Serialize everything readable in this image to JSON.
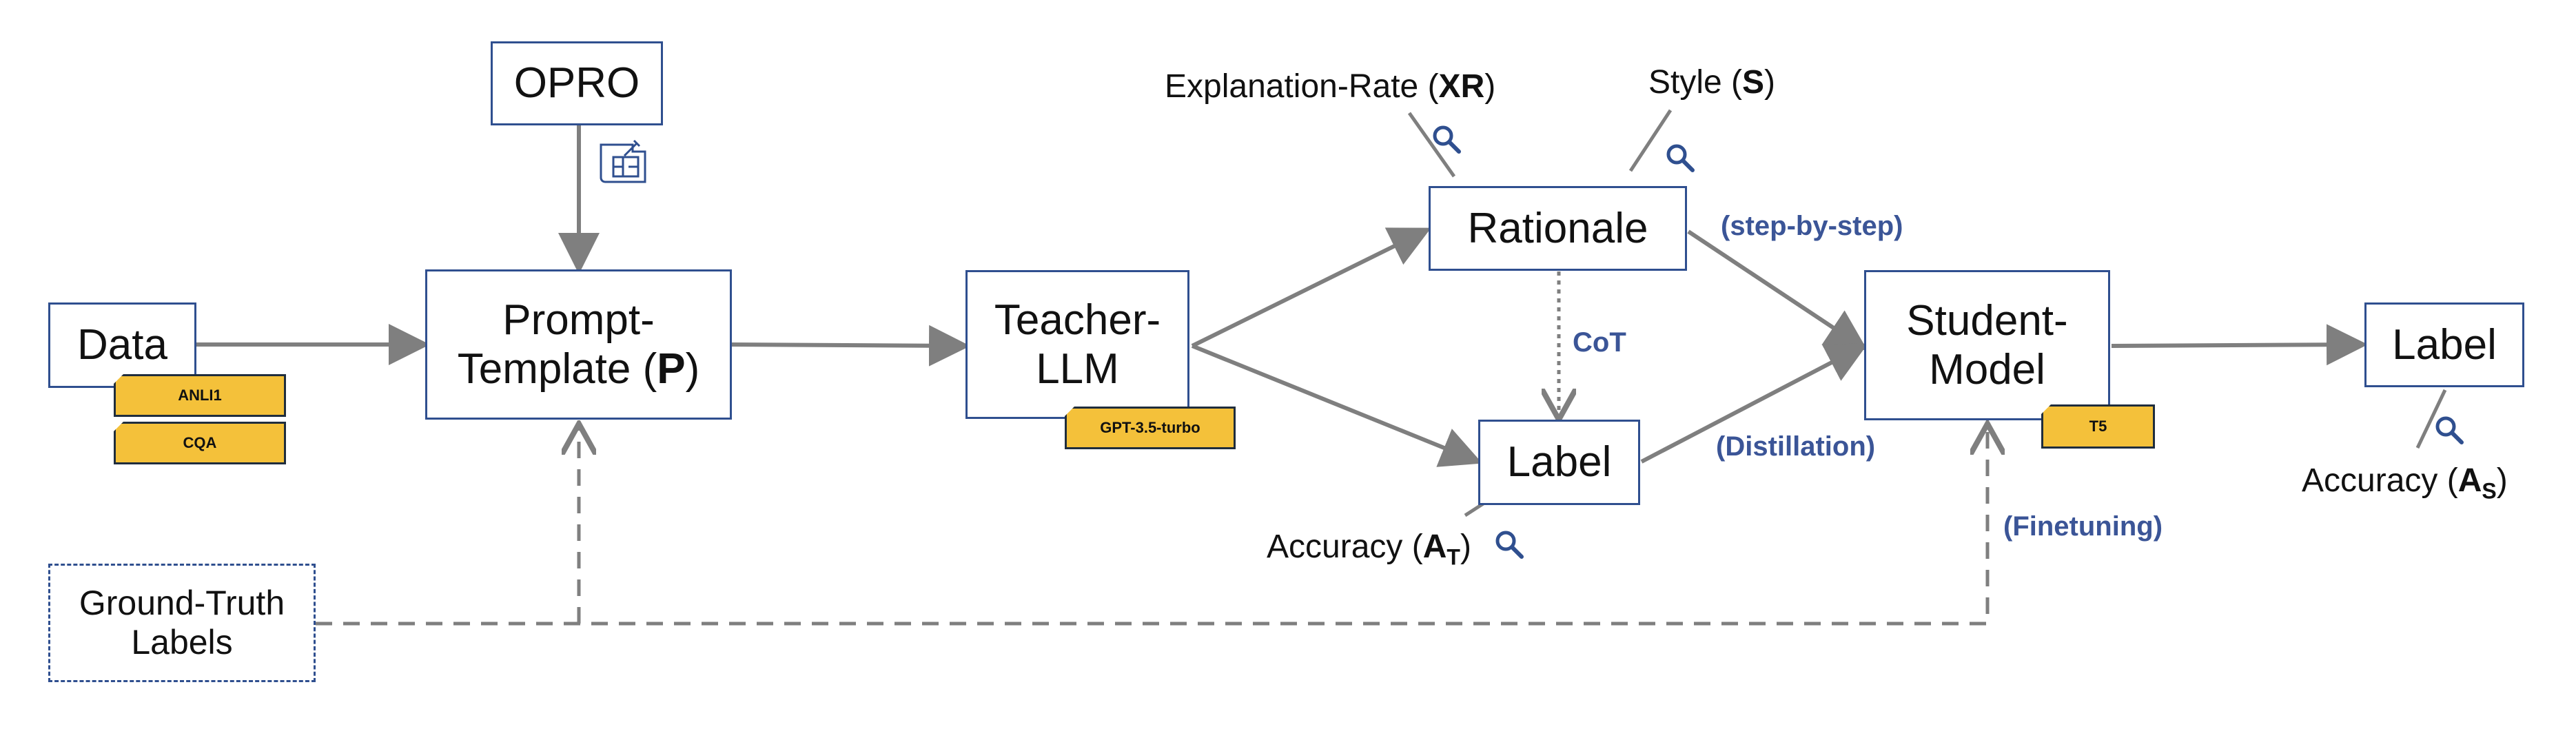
{
  "nodes": {
    "data": "Data",
    "opro": "OPRO",
    "prompt_line1": "Prompt-",
    "prompt_line2": "Template (",
    "prompt_var": "P",
    "prompt_close": ")",
    "teacher_line1": "Teacher-",
    "teacher_line2": "LLM",
    "rationale": "Rationale",
    "label_mid": "Label",
    "student_line1": "Student-",
    "student_line2": "Model",
    "label_right": "Label",
    "ground_truth_line1": "Ground-Truth",
    "ground_truth_line2": "Labels"
  },
  "tags": {
    "anli1": "ANLI1",
    "cqa": "CQA",
    "gpt": "GPT-3.5-turbo",
    "t5": "T5"
  },
  "metrics": {
    "explanation_rate_text": "Explanation-Rate (",
    "explanation_rate_var": "XR",
    "explanation_rate_close": ")",
    "style_text": "Style (",
    "style_var": "S",
    "style_close": ")",
    "accuracy_t_text": "Accuracy (",
    "accuracy_t_var": "A",
    "accuracy_t_sub": "T",
    "accuracy_t_close": ")",
    "accuracy_s_text": "Accuracy (",
    "accuracy_s_var": "A",
    "accuracy_s_sub": "S",
    "accuracy_s_close": ")"
  },
  "edge_labels": {
    "step_by_step": "(step-by-step)",
    "cot": "CoT",
    "distillation": "(Distillation)",
    "finetuning": "(Finetuning)"
  },
  "colors": {
    "box_border": "#2f4f8f",
    "arrow": "#7f7f7f",
    "tag_fill": "#f4c13a",
    "annotation": "#3b5597"
  },
  "icons": [
    "search-icon",
    "blueprint-icon"
  ]
}
